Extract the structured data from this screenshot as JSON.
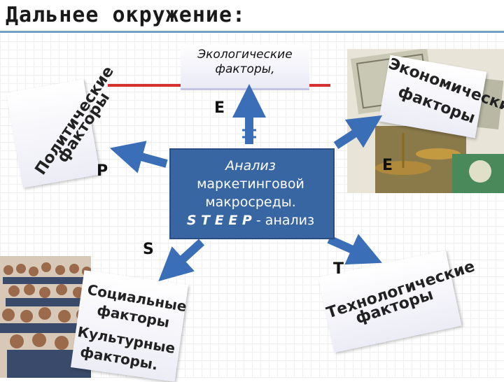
{
  "title": "Дальнее окружение:",
  "ecological": {
    "line1": "Экологические",
    "line2": "факторы,"
  },
  "center": {
    "line1": "Анализ",
    "line2": "маркетинговой",
    "line3": "макросреды.",
    "line4": "S T E E P",
    "line4_suffix": " - анализ"
  },
  "letters": {
    "e_top": "E",
    "e_right": "E",
    "p": "P",
    "s": "S",
    "t": "T"
  },
  "political": {
    "line1": "Политические",
    "line2": "факторы"
  },
  "economic": {
    "line1": "Экономические",
    "line2": "факторы"
  },
  "social": {
    "line1": "Социальные",
    "line2": "факторы",
    "line3": "Культурные",
    "line4": "факторы."
  },
  "technological": {
    "line1": "Технологические",
    "line2": "факторы"
  },
  "colors": {
    "arrow": "#3a6fb8",
    "center_box": "#3866a3",
    "red_line": "#d63030"
  }
}
